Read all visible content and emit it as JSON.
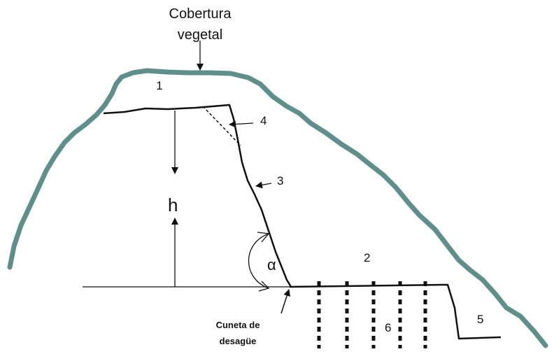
{
  "diagram": {
    "title_line1": "Cobertura",
    "title_line2": "vegetal",
    "labels": {
      "l1": "1",
      "l2": "2",
      "l3": "3",
      "l4": "4",
      "l5": "5",
      "l6": "6",
      "h": "h",
      "alpha": "α",
      "cuneta_line1": "Cuneta de",
      "cuneta_line2": "desagüe"
    },
    "colors": {
      "vegetation": "#5f8f8b",
      "line": "#111111"
    }
  }
}
